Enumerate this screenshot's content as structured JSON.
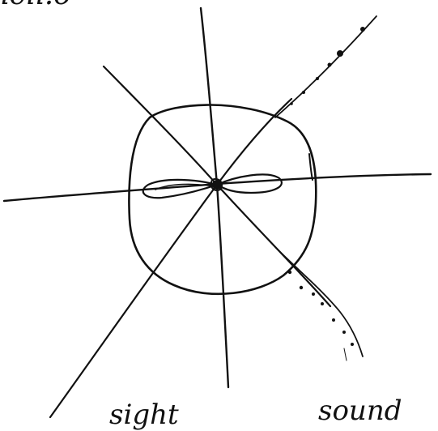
{
  "header_fragment": "ıcıı.o",
  "labels": {
    "left": "sight",
    "right": "sound"
  },
  "ink_color": "#111111"
}
